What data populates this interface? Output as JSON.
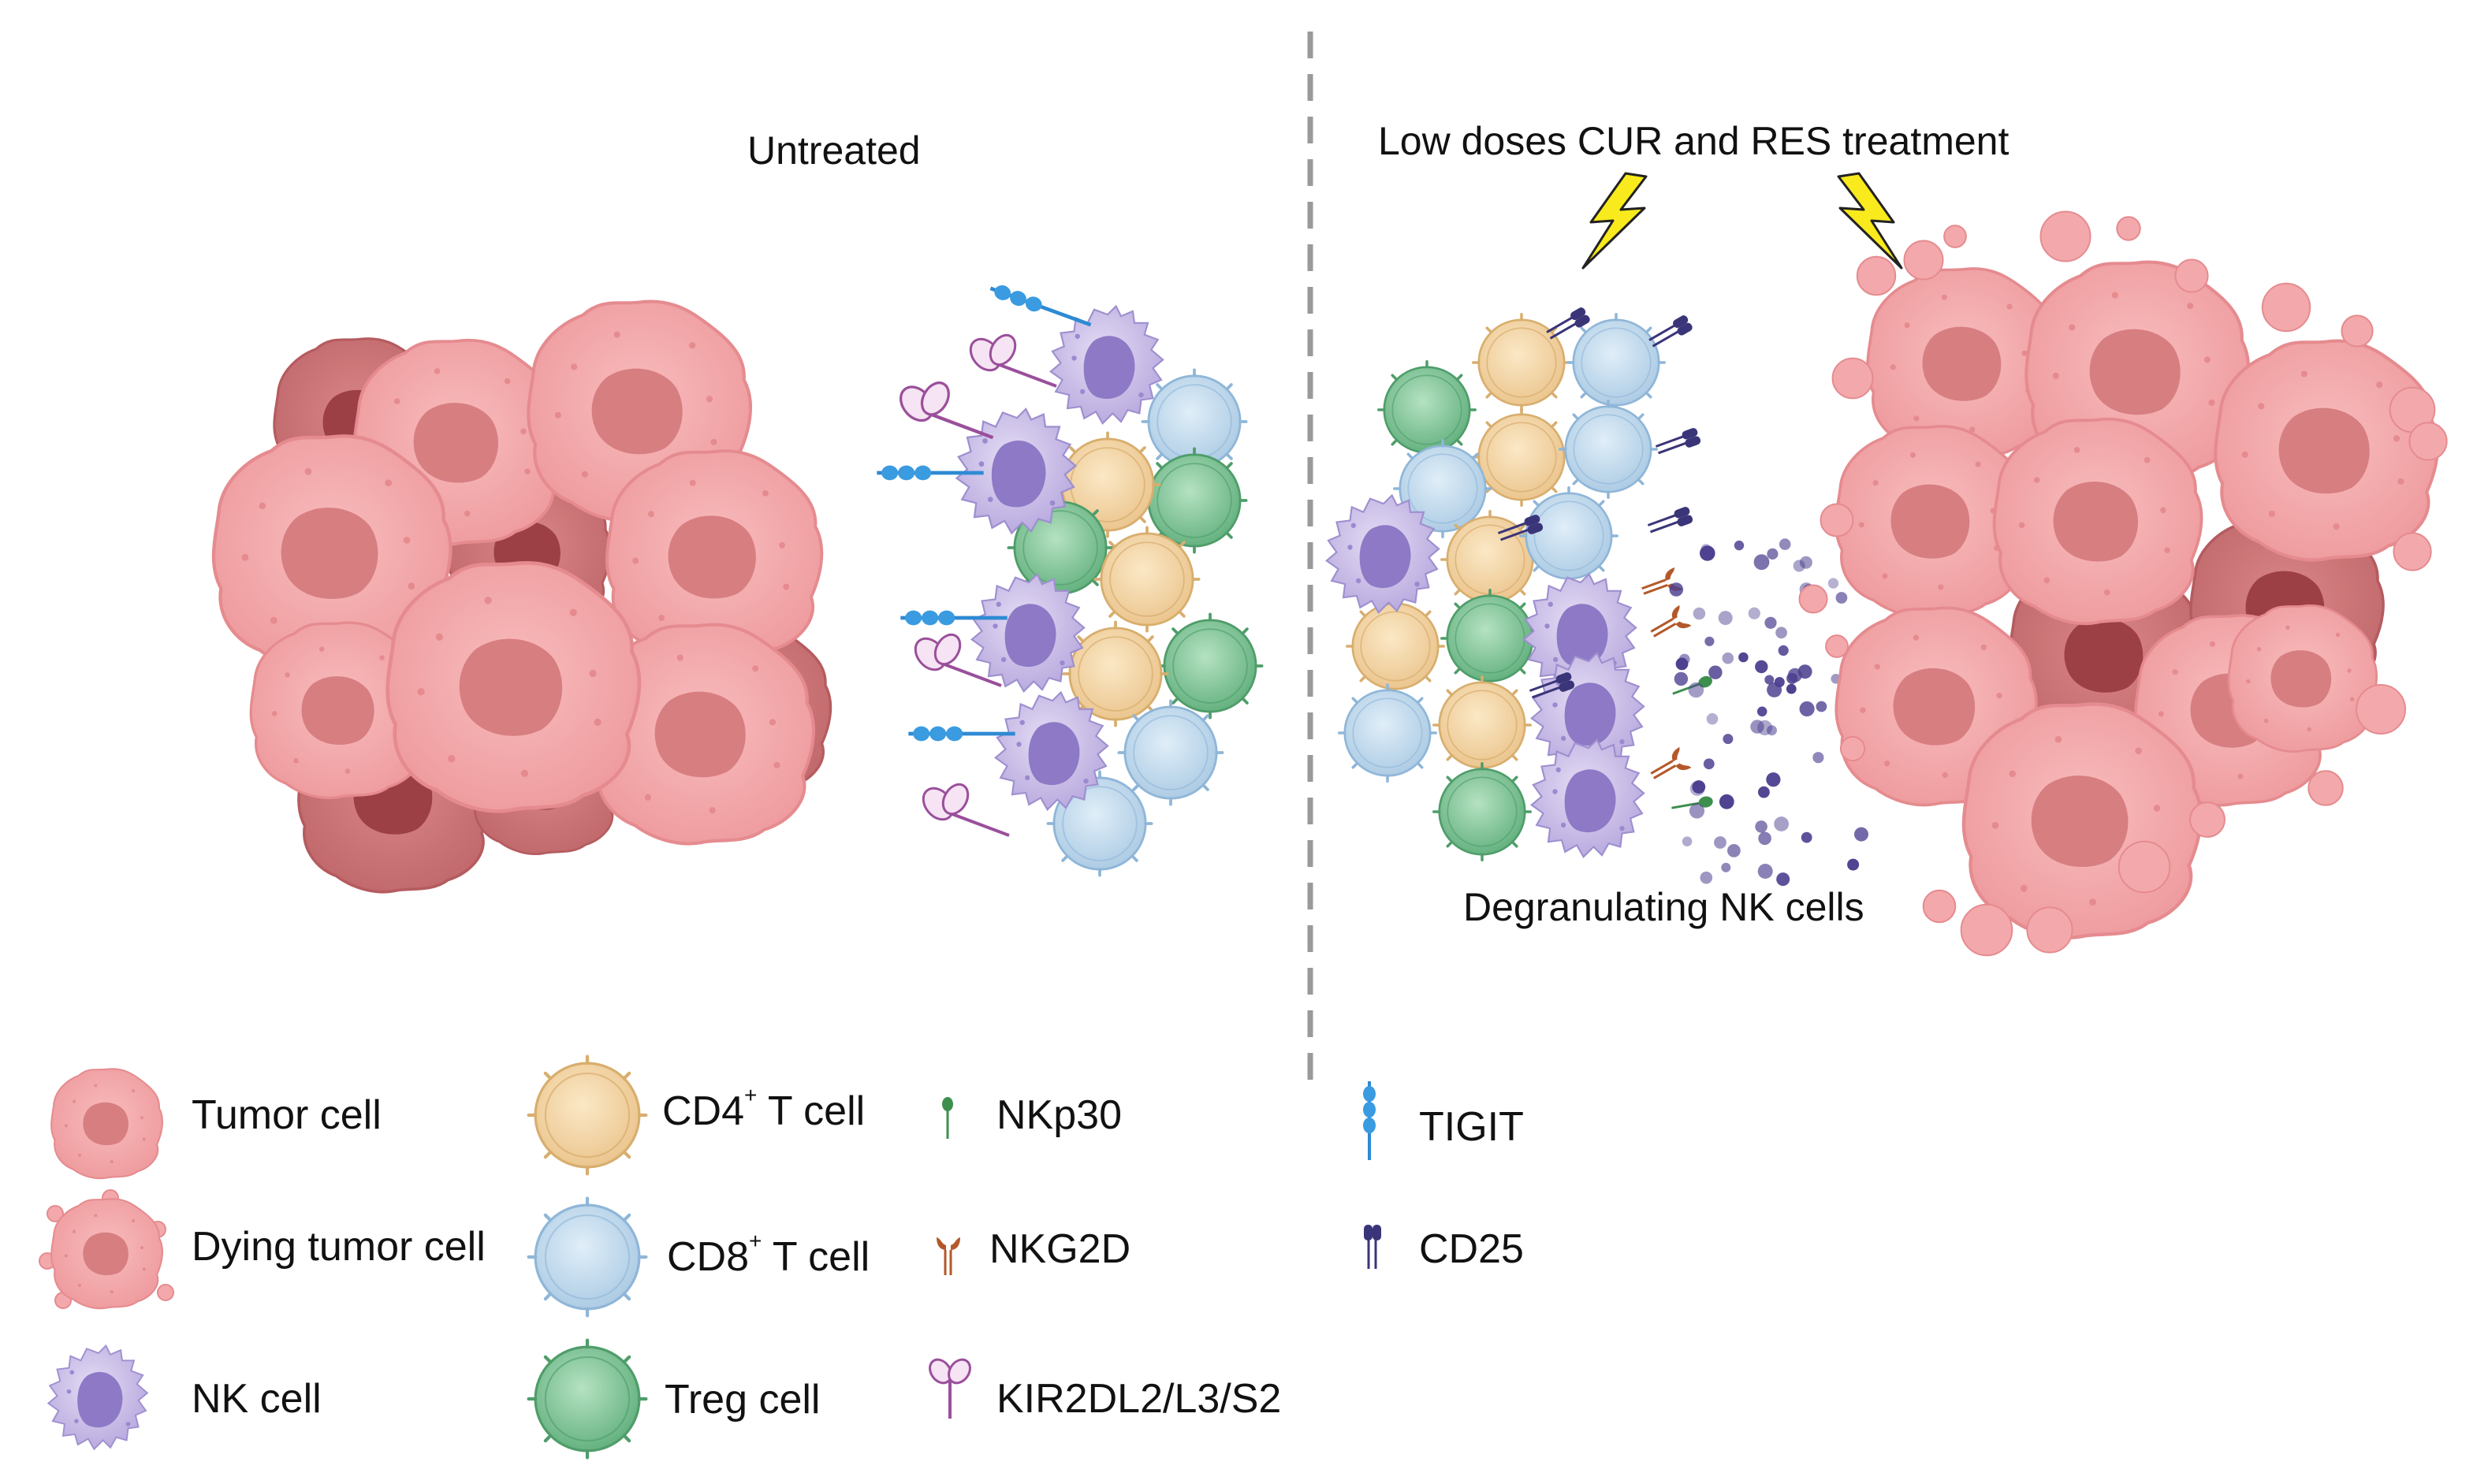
{
  "panels": {
    "left_title": "Untreated",
    "right_title": "Low doses CUR and RES treatment",
    "degranulating_label": "Degranulating NK cells"
  },
  "legend": {
    "tumor_cell": "Tumor cell",
    "dying_tumor_cell": "Dying tumor cell",
    "nk_cell": "NK cell",
    "cd4_prefix": "CD4",
    "cd4_sup": "+",
    "cd4_suffix": " T cell",
    "cd8_prefix": "CD8",
    "cd8_sup": "+",
    "cd8_suffix": " T cell",
    "treg_cell": "Treg cell",
    "nkp30": "NKp30",
    "nkg2d": "NKG2D",
    "kir": "KIR2DL2/L3/S2",
    "tigit": "TIGIT",
    "cd25": "CD25"
  },
  "colors": {
    "tumor": "#f2a5a8",
    "tumor_dark": "#c97072",
    "nk": "#c9bde6",
    "nk_nucleus": "#8f7bc7",
    "cd4": "#f6d9a8",
    "cd8": "#c6dff0",
    "treg": "#8fcfa3",
    "nkp30": "#3d8f4e",
    "nkg2d": "#b4582a",
    "kir": "#9a4f9b",
    "tigit": "#2e8ad3",
    "cd25": "#3a3579",
    "lightning": "#f8ea1c"
  }
}
